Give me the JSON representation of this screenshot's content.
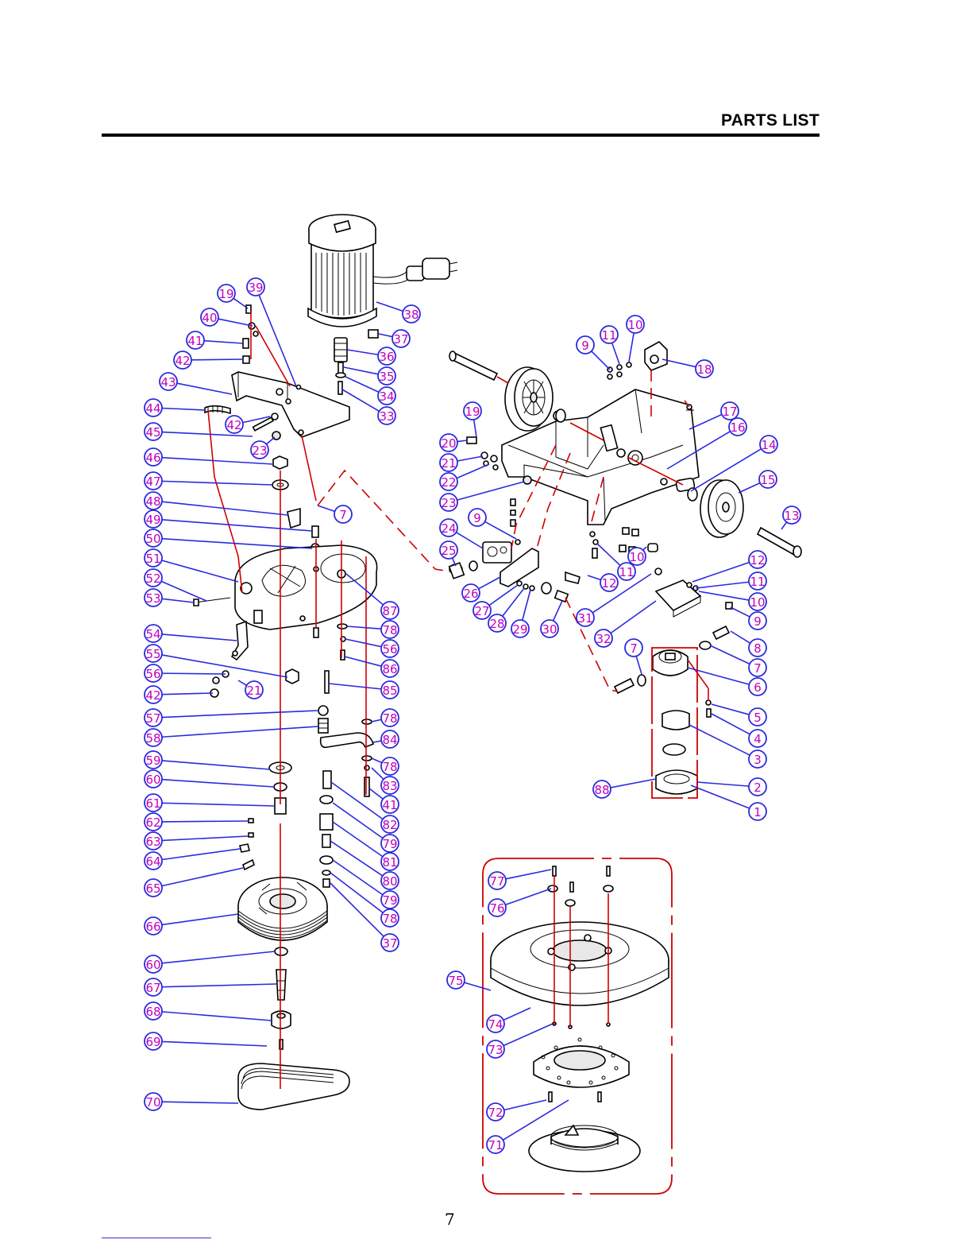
{
  "header": {
    "title": "PARTS LIST"
  },
  "footer": {
    "page_number": "7"
  },
  "diagram": {
    "callouts": [
      {
        "n": "19"
      },
      {
        "n": "39"
      },
      {
        "n": "40"
      },
      {
        "n": "41"
      },
      {
        "n": "42"
      },
      {
        "n": "43"
      },
      {
        "n": "44"
      },
      {
        "n": "42"
      },
      {
        "n": "45"
      },
      {
        "n": "23"
      },
      {
        "n": "46"
      },
      {
        "n": "47"
      },
      {
        "n": "48"
      },
      {
        "n": "49"
      },
      {
        "n": "50"
      },
      {
        "n": "51"
      },
      {
        "n": "52"
      },
      {
        "n": "53"
      },
      {
        "n": "54"
      },
      {
        "n": "55"
      },
      {
        "n": "56"
      },
      {
        "n": "21"
      },
      {
        "n": "42"
      },
      {
        "n": "57"
      },
      {
        "n": "58"
      },
      {
        "n": "59"
      },
      {
        "n": "60"
      },
      {
        "n": "61"
      },
      {
        "n": "62"
      },
      {
        "n": "63"
      },
      {
        "n": "64"
      },
      {
        "n": "65"
      },
      {
        "n": "66"
      },
      {
        "n": "60"
      },
      {
        "n": "67"
      },
      {
        "n": "68"
      },
      {
        "n": "69"
      },
      {
        "n": "70"
      },
      {
        "n": "38"
      },
      {
        "n": "37"
      },
      {
        "n": "36"
      },
      {
        "n": "35"
      },
      {
        "n": "34"
      },
      {
        "n": "33"
      },
      {
        "n": "7"
      },
      {
        "n": "87"
      },
      {
        "n": "78"
      },
      {
        "n": "56"
      },
      {
        "n": "86"
      },
      {
        "n": "85"
      },
      {
        "n": "78"
      },
      {
        "n": "84"
      },
      {
        "n": "78"
      },
      {
        "n": "83"
      },
      {
        "n": "41"
      },
      {
        "n": "82"
      },
      {
        "n": "79"
      },
      {
        "n": "81"
      },
      {
        "n": "80"
      },
      {
        "n": "79"
      },
      {
        "n": "78"
      },
      {
        "n": "37"
      },
      {
        "n": "9"
      },
      {
        "n": "11"
      },
      {
        "n": "10"
      },
      {
        "n": "18"
      },
      {
        "n": "17"
      },
      {
        "n": "16"
      },
      {
        "n": "14"
      },
      {
        "n": "15"
      },
      {
        "n": "13"
      },
      {
        "n": "19"
      },
      {
        "n": "20"
      },
      {
        "n": "21"
      },
      {
        "n": "22"
      },
      {
        "n": "23"
      },
      {
        "n": "9"
      },
      {
        "n": "24"
      },
      {
        "n": "25"
      },
      {
        "n": "26"
      },
      {
        "n": "27"
      },
      {
        "n": "28"
      },
      {
        "n": "29"
      },
      {
        "n": "30"
      },
      {
        "n": "31"
      },
      {
        "n": "32"
      },
      {
        "n": "10"
      },
      {
        "n": "11"
      },
      {
        "n": "12"
      },
      {
        "n": "12"
      },
      {
        "n": "11"
      },
      {
        "n": "10"
      },
      {
        "n": "9"
      },
      {
        "n": "8"
      },
      {
        "n": "7"
      },
      {
        "n": "7"
      },
      {
        "n": "6"
      },
      {
        "n": "5"
      },
      {
        "n": "4"
      },
      {
        "n": "3"
      },
      {
        "n": "2"
      },
      {
        "n": "1"
      },
      {
        "n": "88"
      },
      {
        "n": "77"
      },
      {
        "n": "76"
      },
      {
        "n": "75"
      },
      {
        "n": "74"
      },
      {
        "n": "73"
      },
      {
        "n": "72"
      },
      {
        "n": "71"
      }
    ]
  }
}
